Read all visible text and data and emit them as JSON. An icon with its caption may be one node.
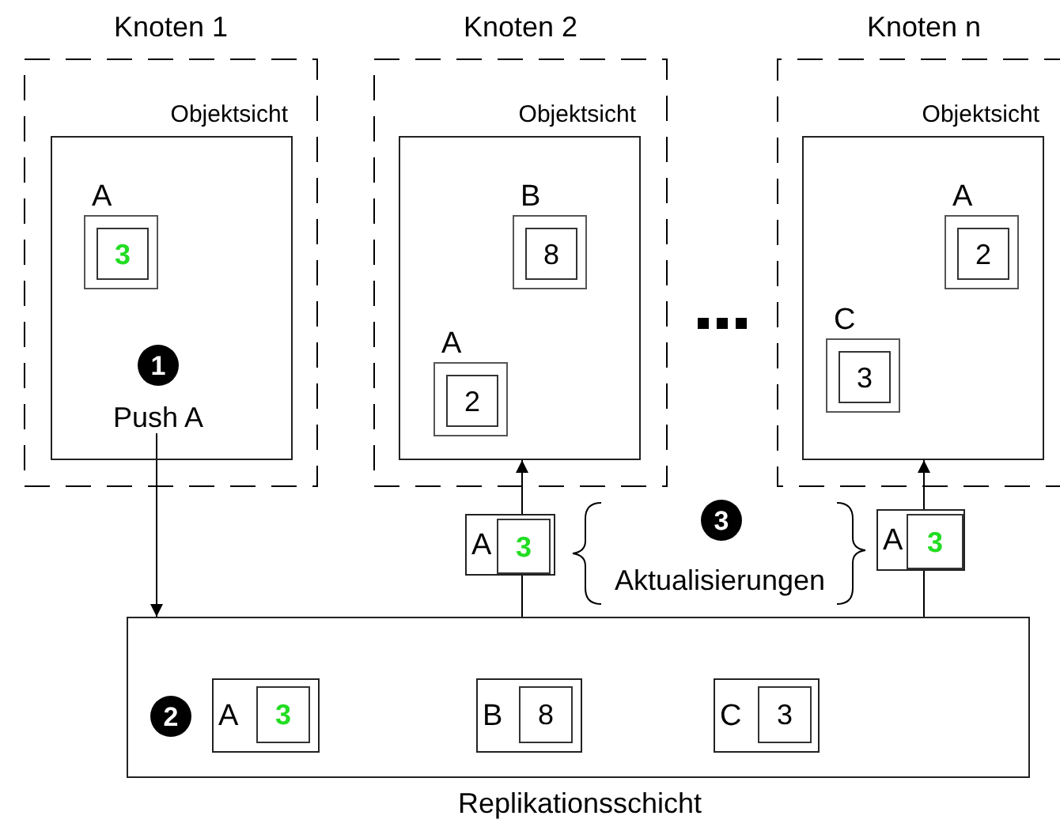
{
  "diagram": {
    "nodes": [
      {
        "text": [
          "Knoten 1"
        ]
      },
      {
        "text": [
          "Objektsicht"
        ],
        "in": 0
      },
      {
        "text": [
          "A"
        ],
        "in": 1
      },
      {
        "text": [
          "3"
        ],
        "in": 2
      },
      {
        "text": [
          "1"
        ],
        "in": 1
      },
      {
        "text": [
          "Push A"
        ],
        "in": 1
      },
      {
        "text": [
          "Knoten 2"
        ]
      },
      {
        "text": [
          "Objektsicht"
        ],
        "in": 6
      },
      {
        "text": [
          "B"
        ],
        "in": 7
      },
      {
        "text": [
          "8"
        ],
        "in": 8
      },
      {
        "text": [
          "A"
        ],
        "in": 7
      },
      {
        "text": [
          "2"
        ],
        "in": 10
      },
      {
        "text": [
          "Knoten n"
        ]
      },
      {
        "text": [
          "Objektsicht"
        ],
        "in": 12
      },
      {
        "text": [
          "A"
        ],
        "in": 13
      },
      {
        "text": [
          "2"
        ],
        "in": 14
      },
      {
        "text": [
          "C"
        ],
        "in": 13
      },
      {
        "text": [
          "3"
        ],
        "in": 16
      },
      {
        "text": [
          "A"
        ]
      },
      {
        "text": [
          "3"
        ],
        "in": 18
      },
      {
        "text": [
          "3"
        ]
      },
      {
        "text": [
          "A"
        ]
      },
      {
        "text": [
          "3"
        ],
        "in": 21
      },
      {
        "text": [
          "Replikationsschicht"
        ]
      },
      {
        "text": [
          "2"
        ],
        "in": 23
      },
      {
        "text": [
          "A"
        ],
        "in": 23
      },
      {
        "text": [
          "3"
        ],
        "in": 25
      },
      {
        "text": [
          "B"
        ],
        "in": 23
      },
      {
        "text": [
          "8"
        ],
        "in": 27
      },
      {
        "text": [
          "C"
        ],
        "in": 23
      },
      {
        "text": [
          "3"
        ],
        "in": 29
      }
    ],
    "edges": [
      {
        "from": 5,
        "to": 23,
        "arrow": "to"
      },
      {
        "from": 23,
        "to": 18,
        "arrow": "none"
      },
      {
        "from": 18,
        "to": 7,
        "arrow": "to"
      },
      {
        "from": 23,
        "to": 21,
        "arrow": "none"
      },
      {
        "from": 21,
        "to": 13,
        "arrow": "to"
      }
    ],
    "labels": [
      "Aktualisierungen"
    ]
  }
}
